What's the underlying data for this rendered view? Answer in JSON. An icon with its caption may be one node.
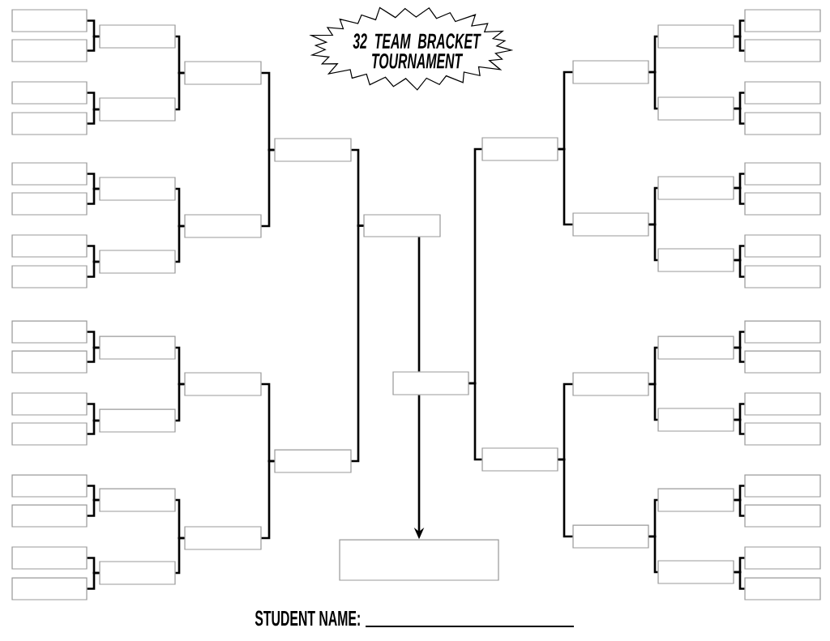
{
  "diagram": {
    "title": "32 TEAM BRACKET TOURNAMENT",
    "nodes": [
      {
        "text": [],
        "shape": "box"
      },
      {
        "text": [],
        "shape": "box"
      },
      {
        "text": [],
        "shape": "box"
      },
      {
        "text": [],
        "shape": "box"
      },
      {
        "text": [],
        "shape": "box"
      },
      {
        "text": [],
        "shape": "box"
      },
      {
        "text": [],
        "shape": "box"
      },
      {
        "text": [],
        "shape": "box"
      },
      {
        "text": [],
        "shape": "box"
      },
      {
        "text": [],
        "shape": "box"
      },
      {
        "text": [],
        "shape": "box"
      },
      {
        "text": [],
        "shape": "box"
      },
      {
        "text": [],
        "shape": "box"
      },
      {
        "text": [],
        "shape": "box"
      },
      {
        "text": [],
        "shape": "box"
      },
      {
        "text": [],
        "shape": "box"
      },
      {
        "text": [],
        "shape": "box"
      },
      {
        "text": [],
        "shape": "box"
      },
      {
        "text": [],
        "shape": "box"
      },
      {
        "text": [],
        "shape": "box"
      },
      {
        "text": [],
        "shape": "box"
      },
      {
        "text": [],
        "shape": "box"
      },
      {
        "text": [],
        "shape": "box"
      },
      {
        "text": [],
        "shape": "box"
      },
      {
        "text": [],
        "shape": "box"
      },
      {
        "text": [],
        "shape": "box"
      },
      {
        "text": [],
        "shape": "box"
      },
      {
        "text": [],
        "shape": "box"
      },
      {
        "text": [],
        "shape": "box"
      },
      {
        "text": [],
        "shape": "box"
      },
      {
        "text": [],
        "shape": "box"
      },
      {
        "text": [],
        "shape": "box"
      },
      {
        "text": [],
        "shape": "box"
      },
      {
        "text": [],
        "shape": "box"
      },
      {
        "text": [],
        "shape": "box"
      },
      {
        "text": [],
        "shape": "box"
      },
      {
        "text": [],
        "shape": "box"
      },
      {
        "text": [],
        "shape": "box"
      },
      {
        "text": [],
        "shape": "box"
      },
      {
        "text": [],
        "shape": "box"
      },
      {
        "text": [],
        "shape": "box"
      },
      {
        "text": [],
        "shape": "box"
      },
      {
        "text": [],
        "shape": "box"
      },
      {
        "text": [],
        "shape": "box"
      },
      {
        "text": [],
        "shape": "box"
      },
      {
        "text": [],
        "shape": "box"
      },
      {
        "text": [],
        "shape": "box"
      },
      {
        "text": [],
        "shape": "box"
      },
      {
        "text": [],
        "shape": "box"
      },
      {
        "text": [],
        "shape": "box"
      },
      {
        "text": [],
        "shape": "box"
      },
      {
        "text": [],
        "shape": "box"
      },
      {
        "text": [],
        "shape": "box"
      },
      {
        "text": [],
        "shape": "box"
      },
      {
        "text": [],
        "shape": "box"
      },
      {
        "text": [],
        "shape": "box"
      },
      {
        "text": [],
        "shape": "box"
      },
      {
        "text": [],
        "shape": "box"
      },
      {
        "text": [],
        "shape": "box"
      },
      {
        "text": [],
        "shape": "box"
      },
      {
        "text": [],
        "shape": "box"
      },
      {
        "text": [],
        "shape": "box"
      },
      {
        "text": [],
        "shape": "box"
      }
    ],
    "edges": [
      {
        "from": 0,
        "to": 16,
        "arrow": "none"
      },
      {
        "from": 1,
        "to": 16,
        "arrow": "none"
      },
      {
        "from": 2,
        "to": 17,
        "arrow": "none"
      },
      {
        "from": 3,
        "to": 17,
        "arrow": "none"
      },
      {
        "from": 4,
        "to": 18,
        "arrow": "none"
      },
      {
        "from": 5,
        "to": 18,
        "arrow": "none"
      },
      {
        "from": 6,
        "to": 19,
        "arrow": "none"
      },
      {
        "from": 7,
        "to": 19,
        "arrow": "none"
      },
      {
        "from": 8,
        "to": 20,
        "arrow": "none"
      },
      {
        "from": 9,
        "to": 20,
        "arrow": "none"
      },
      {
        "from": 10,
        "to": 21,
        "arrow": "none"
      },
      {
        "from": 11,
        "to": 21,
        "arrow": "none"
      },
      {
        "from": 12,
        "to": 22,
        "arrow": "none"
      },
      {
        "from": 13,
        "to": 22,
        "arrow": "none"
      },
      {
        "from": 14,
        "to": 23,
        "arrow": "none"
      },
      {
        "from": 15,
        "to": 23,
        "arrow": "none"
      },
      {
        "from": 16,
        "to": 24,
        "arrow": "none"
      },
      {
        "from": 17,
        "to": 24,
        "arrow": "none"
      },
      {
        "from": 18,
        "to": 25,
        "arrow": "none"
      },
      {
        "from": 19,
        "to": 25,
        "arrow": "none"
      },
      {
        "from": 20,
        "to": 26,
        "arrow": "none"
      },
      {
        "from": 21,
        "to": 26,
        "arrow": "none"
      },
      {
        "from": 22,
        "to": 27,
        "arrow": "none"
      },
      {
        "from": 23,
        "to": 27,
        "arrow": "none"
      },
      {
        "from": 24,
        "to": 28,
        "arrow": "none"
      },
      {
        "from": 25,
        "to": 28,
        "arrow": "none"
      },
      {
        "from": 26,
        "to": 29,
        "arrow": "none"
      },
      {
        "from": 27,
        "to": 29,
        "arrow": "none"
      },
      {
        "from": 28,
        "to": 30,
        "arrow": "none"
      },
      {
        "from": 29,
        "to": 30,
        "arrow": "none"
      },
      {
        "from": 30,
        "to": 31,
        "arrow": "none"
      },
      {
        "from": 31,
        "to": 32,
        "arrow": "to"
      },
      {
        "from": 33,
        "to": 31,
        "arrow": "none"
      },
      {
        "from": 34,
        "to": 31,
        "arrow": "none"
      },
      {
        "from": 35,
        "to": 33,
        "arrow": "none"
      },
      {
        "from": 36,
        "to": 33,
        "arrow": "none"
      },
      {
        "from": 37,
        "to": 34,
        "arrow": "none"
      },
      {
        "from": 38,
        "to": 34,
        "arrow": "none"
      },
      {
        "from": 39,
        "to": 35,
        "arrow": "none"
      },
      {
        "from": 40,
        "to": 35,
        "arrow": "none"
      },
      {
        "from": 41,
        "to": 36,
        "arrow": "none"
      },
      {
        "from": 42,
        "to": 36,
        "arrow": "none"
      },
      {
        "from": 43,
        "to": 37,
        "arrow": "none"
      },
      {
        "from": 44,
        "to": 37,
        "arrow": "none"
      },
      {
        "from": 45,
        "to": 38,
        "arrow": "none"
      },
      {
        "from": 46,
        "to": 38,
        "arrow": "none"
      },
      {
        "from": 47,
        "to": 39,
        "arrow": "none"
      },
      {
        "from": 48,
        "to": 39,
        "arrow": "none"
      },
      {
        "from": 49,
        "to": 40,
        "arrow": "none"
      },
      {
        "from": 50,
        "to": 40,
        "arrow": "none"
      },
      {
        "from": 51,
        "to": 41,
        "arrow": "none"
      },
      {
        "from": 52,
        "to": 41,
        "arrow": "none"
      },
      {
        "from": 53,
        "to": 42,
        "arrow": "none"
      },
      {
        "from": 54,
        "to": 42,
        "arrow": "none"
      },
      {
        "from": 55,
        "to": 43,
        "arrow": "none"
      },
      {
        "from": 56,
        "to": 43,
        "arrow": "none"
      },
      {
        "from": 57,
        "to": 44,
        "arrow": "none"
      },
      {
        "from": 58,
        "to": 44,
        "arrow": "none"
      },
      {
        "from": 59,
        "to": 45,
        "arrow": "none"
      },
      {
        "from": 60,
        "to": 45,
        "arrow": "none"
      },
      {
        "from": 61,
        "to": 46,
        "arrow": "none"
      },
      {
        "from": 62,
        "to": 46,
        "arrow": "none"
      }
    ],
    "labels": [
      "STUDENT NAME:"
    ]
  }
}
